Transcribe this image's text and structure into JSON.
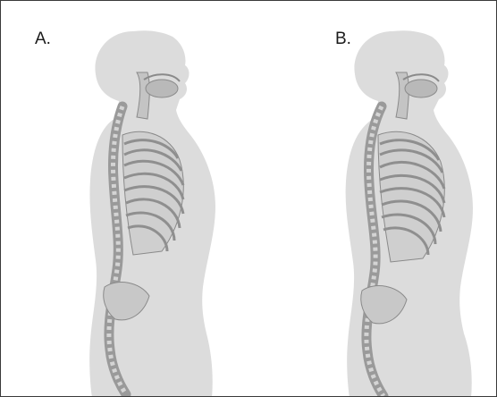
{
  "figure": {
    "panels": [
      {
        "id": "A",
        "label": "A."
      },
      {
        "id": "B",
        "label": "B."
      }
    ],
    "colors": {
      "background": "#ffffff",
      "body_silhouette": "#dcdcdc",
      "bone": "#c9c9c9",
      "bone_outline": "#8a8a8a",
      "organ": "#b9b9b9",
      "border": "#3a3a3a"
    }
  }
}
